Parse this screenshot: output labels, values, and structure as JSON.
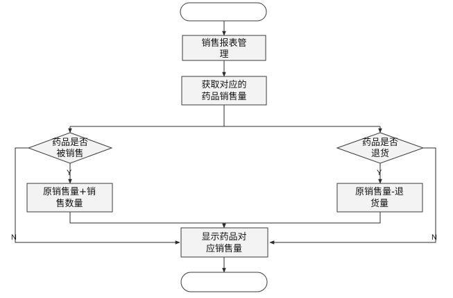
{
  "flowchart": {
    "start": {
      "text": ""
    },
    "steps": [
      {
        "lines": [
          "销售报表管",
          "理"
        ]
      },
      {
        "lines": [
          "获取对应的",
          "药品销售量"
        ]
      }
    ],
    "decision_left": {
      "lines": [
        "药品是否",
        "被销售"
      ]
    },
    "decision_right": {
      "lines": [
        "药品是否",
        "退货"
      ]
    },
    "process_left": {
      "lines": [
        "原销售量+销",
        "售数量"
      ]
    },
    "process_right": {
      "lines": [
        "原销售量-退",
        "货量"
      ]
    },
    "display": {
      "lines": [
        "显示药品对",
        "应销售量"
      ]
    },
    "end": {
      "text": ""
    },
    "branch_labels": {
      "yes_left": "Y",
      "yes_right": "Y",
      "no_left": "N",
      "no_right": "N"
    }
  },
  "colors": {
    "box_fill": "#f3f3f3",
    "stroke": "#3a3a3a",
    "line": "#2b2b2b"
  }
}
